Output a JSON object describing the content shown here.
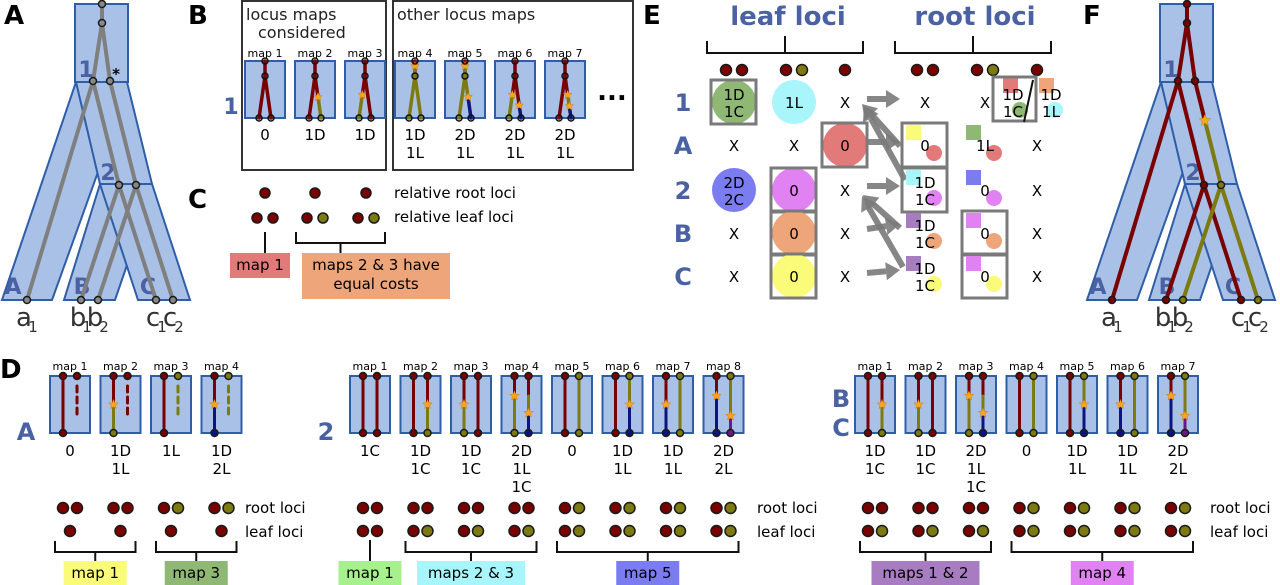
{
  "colors": {
    "species_fill": "#a9c1e6",
    "species_stroke": "#2f5ea8",
    "node_label": "#4a62a4",
    "locus_red": "#7a0000",
    "locus_olive": "#7c7a10",
    "locus_blue": "#0b1480",
    "locus_purple": "#6a1a80",
    "gene_gray": "#7f7f7f",
    "star": "#f5a623",
    "map_pink": "#e37a7a",
    "map_orange": "#eea57a",
    "map_yellow": "#fbfb7a",
    "map_green": "#8fb874",
    "map_lightgreen": "#a6f08e",
    "map_cyan": "#a8f6fb",
    "map_blue": "#7a7cf0",
    "map_purple": "#a87cc0",
    "map_magenta": "#e182f2",
    "box_gray": "#7a7a7a"
  },
  "panel_a": {
    "letter": "A",
    "internal_nodes": [
      "1",
      "2"
    ],
    "species": [
      "A",
      "B",
      "C"
    ],
    "leaves": [
      {
        "base": "a",
        "sub": "1"
      },
      {
        "base": "b",
        "sub": "1"
      },
      {
        "base": "b",
        "sub": "2"
      },
      {
        "base": "c",
        "sub": "1"
      },
      {
        "base": "c",
        "sub": "2"
      }
    ],
    "asterisk": "*"
  },
  "panel_b": {
    "letter": "B",
    "node": "1",
    "group_considered": {
      "title_line1": "locus maps",
      "title_line2": "considered"
    },
    "group_other": {
      "title": "other locus maps"
    },
    "ellipsis": "...",
    "maps": [
      {
        "label": "map 1",
        "cost": [
          "0"
        ],
        "considered": true
      },
      {
        "label": "map 2",
        "cost": [
          "1D"
        ],
        "considered": true
      },
      {
        "label": "map 3",
        "cost": [
          "1D"
        ],
        "considered": true
      },
      {
        "label": "map 4",
        "cost": [
          "1D",
          "1L"
        ],
        "considered": false
      },
      {
        "label": "map 5",
        "cost": [
          "2D",
          "1L"
        ],
        "considered": false
      },
      {
        "label": "map 6",
        "cost": [
          "2D",
          "1L"
        ],
        "considered": false
      },
      {
        "label": "map 7",
        "cost": [
          "2D",
          "1L"
        ],
        "considered": false
      }
    ]
  },
  "panel_c": {
    "letter": "C",
    "row_labels": [
      "relative root loci",
      "relative leaf loci"
    ],
    "groups": [
      {
        "root": [
          "red"
        ],
        "leaf": [
          "red",
          "red"
        ]
      },
      {
        "root": [
          "red"
        ],
        "leaf": [
          "red",
          "olive"
        ]
      },
      {
        "root": [
          "red"
        ],
        "leaf": [
          "red",
          "olive"
        ]
      }
    ],
    "tags": [
      {
        "text": [
          "map 1"
        ],
        "color": "map_pink"
      },
      {
        "text": [
          "maps 2 & 3 have",
          "equal costs"
        ],
        "color": "map_orange"
      }
    ]
  },
  "panel_d": {
    "letter": "D",
    "row_labels": [
      "root loci",
      "leaf loci"
    ],
    "subpanels": [
      {
        "node": [
          "A"
        ],
        "maps": [
          {
            "label": "map 1",
            "cost": [
              "0"
            ]
          },
          {
            "label": "map 2",
            "cost": [
              "1D",
              "1L"
            ]
          },
          {
            "label": "map 3",
            "cost": [
              "1L"
            ]
          },
          {
            "label": "map 4",
            "cost": [
              "1D",
              "2L"
            ]
          }
        ],
        "loci": [
          {
            "root": [
              "red",
              "red"
            ],
            "leaf": [
              "red"
            ]
          },
          {
            "root": [
              "red",
              "red"
            ],
            "leaf": [
              "red"
            ]
          },
          {
            "root": [
              "red",
              "olive"
            ],
            "leaf": [
              "red"
            ]
          },
          {
            "root": [
              "red",
              "olive"
            ],
            "leaf": [
              "red"
            ]
          }
        ],
        "tags": [
          {
            "text": "map 1",
            "color": "map_yellow",
            "span": [
              0,
              1
            ]
          },
          {
            "text": "map 3",
            "color": "map_green",
            "span": [
              2,
              3
            ]
          }
        ]
      },
      {
        "node": [
          "2"
        ],
        "maps": [
          {
            "label": "map 1",
            "cost": [
              "1C"
            ]
          },
          {
            "label": "map 2",
            "cost": [
              "1D",
              "1C"
            ]
          },
          {
            "label": "map 3",
            "cost": [
              "1D",
              "1C"
            ]
          },
          {
            "label": "map 4",
            "cost": [
              "2D",
              "1L",
              "1C"
            ]
          },
          {
            "label": "map 5",
            "cost": [
              "0"
            ]
          },
          {
            "label": "map 6",
            "cost": [
              "1D",
              "1L"
            ]
          },
          {
            "label": "map 7",
            "cost": [
              "1D",
              "1L"
            ]
          },
          {
            "label": "map 8",
            "cost": [
              "2D",
              "2L"
            ]
          }
        ],
        "loci": [
          {
            "root": [
              "red",
              "red"
            ],
            "leaf": [
              "red",
              "red"
            ]
          },
          {
            "root": [
              "red",
              "red"
            ],
            "leaf": [
              "red",
              "olive"
            ]
          },
          {
            "root": [
              "red",
              "red"
            ],
            "leaf": [
              "red",
              "olive"
            ]
          },
          {
            "root": [
              "red",
              "red"
            ],
            "leaf": [
              "red",
              "olive"
            ]
          },
          {
            "root": [
              "red",
              "olive"
            ],
            "leaf": [
              "red",
              "olive"
            ]
          },
          {
            "root": [
              "red",
              "olive"
            ],
            "leaf": [
              "red",
              "olive"
            ]
          },
          {
            "root": [
              "red",
              "olive"
            ],
            "leaf": [
              "red",
              "olive"
            ]
          },
          {
            "root": [
              "red",
              "olive"
            ],
            "leaf": [
              "red",
              "olive"
            ]
          }
        ],
        "tags": [
          {
            "text": "map 1",
            "color": "map_lightgreen",
            "span": [
              0,
              0
            ]
          },
          {
            "text": "maps 2 & 3",
            "color": "map_cyan",
            "span": [
              1,
              3
            ]
          },
          {
            "text": "map 5",
            "color": "map_blue",
            "span": [
              4,
              7
            ]
          }
        ]
      },
      {
        "node": [
          "B",
          "C"
        ],
        "maps": [
          {
            "label": "map 1",
            "cost": [
              "1D",
              "1C"
            ]
          },
          {
            "label": "map 2",
            "cost": [
              "1D",
              "1C"
            ]
          },
          {
            "label": "map 3",
            "cost": [
              "2D",
              "1L",
              "1C"
            ]
          },
          {
            "label": "map 4",
            "cost": [
              "0"
            ]
          },
          {
            "label": "map 5",
            "cost": [
              "1D",
              "1L"
            ]
          },
          {
            "label": "map 6",
            "cost": [
              "1D",
              "1L"
            ]
          },
          {
            "label": "map 7",
            "cost": [
              "2D",
              "2L"
            ]
          }
        ],
        "loci": [
          {
            "root": [
              "red",
              "red"
            ],
            "leaf": [
              "red",
              "olive"
            ]
          },
          {
            "root": [
              "red",
              "red"
            ],
            "leaf": [
              "red",
              "olive"
            ]
          },
          {
            "root": [
              "red",
              "red"
            ],
            "leaf": [
              "red",
              "olive"
            ]
          },
          {
            "root": [
              "red",
              "olive"
            ],
            "leaf": [
              "red",
              "olive"
            ]
          },
          {
            "root": [
              "red",
              "olive"
            ],
            "leaf": [
              "red",
              "olive"
            ]
          },
          {
            "root": [
              "red",
              "olive"
            ],
            "leaf": [
              "red",
              "olive"
            ]
          },
          {
            "root": [
              "red",
              "olive"
            ],
            "leaf": [
              "red",
              "olive"
            ]
          }
        ],
        "tags": [
          {
            "text": "maps 1 & 2",
            "color": "map_purple",
            "span": [
              0,
              2
            ]
          },
          {
            "text": "map 4",
            "color": "map_magenta",
            "span": [
              3,
              6
            ]
          }
        ]
      }
    ]
  },
  "panel_e": {
    "letter": "E",
    "headers": [
      "leaf loci",
      "root loci"
    ],
    "column_loci": [
      [
        "red",
        "red"
      ],
      [
        "red",
        "olive"
      ],
      [
        "red"
      ],
      [
        "red",
        "red"
      ],
      [
        "red",
        "olive"
      ],
      [
        "red"
      ]
    ],
    "rows": [
      "1",
      "A",
      "2",
      "B",
      "C"
    ],
    "cells": [
      [
        {
          "text": [
            "1D",
            "1C"
          ],
          "circle": "map_green",
          "boxed": true
        },
        {
          "text": [
            "1L"
          ],
          "circle": "map_cyan"
        },
        {
          "text": [
            "X"
          ]
        },
        {
          "text": [
            "X"
          ]
        },
        {
          "text": [
            "X"
          ]
        },
        {
          "text": [
            "1D",
            "1C",
            "1D",
            "1L"
          ],
          "split": true,
          "boxed": true
        }
      ],
      [
        {
          "text": [
            "X"
          ]
        },
        {
          "text": [
            "X"
          ]
        },
        {
          "text": [
            "0"
          ],
          "circle": "map_pink",
          "boxed": true
        },
        {
          "text": [
            "0"
          ],
          "square": "map_yellow",
          "dot": "map_pink",
          "boxed": true
        },
        {
          "text": [
            "1L"
          ],
          "square": "map_green",
          "dot": "map_pink"
        },
        {
          "text": [
            "X"
          ]
        }
      ],
      [
        {
          "text": [
            "2D",
            "2C"
          ],
          "circle": "map_blue"
        },
        {
          "text": [
            "0"
          ],
          "circle": "map_magenta",
          "boxed": true
        },
        {
          "text": [
            "X"
          ]
        },
        {
          "text": [
            "1D",
            "1C"
          ],
          "square": "map_cyan",
          "dot": "map_magenta",
          "boxed": true
        },
        {
          "text": [
            "0"
          ],
          "square": "map_blue",
          "dot": "map_magenta"
        },
        {
          "text": [
            "X"
          ]
        }
      ],
      [
        {
          "text": [
            "X"
          ]
        },
        {
          "text": [
            "0"
          ],
          "circle": "map_orange",
          "boxed": true
        },
        {
          "text": [
            "X"
          ]
        },
        {
          "text": [
            "1D",
            "1C"
          ],
          "square": "map_purple",
          "dot": "map_orange"
        },
        {
          "text": [
            "0"
          ],
          "square": "map_magenta",
          "dot": "map_orange",
          "boxed": true
        },
        {
          "text": [
            "X"
          ]
        }
      ],
      [
        {
          "text": [
            "X"
          ]
        },
        {
          "text": [
            "0"
          ],
          "circle": "map_yellow",
          "boxed": true
        },
        {
          "text": [
            "X"
          ]
        },
        {
          "text": [
            "1D",
            "1C"
          ],
          "square": "map_purple",
          "dot": "map_yellow"
        },
        {
          "text": [
            "0"
          ],
          "square": "map_magenta",
          "dot": "map_yellow",
          "boxed": true
        },
        {
          "text": [
            "X"
          ]
        }
      ]
    ]
  },
  "panel_f": {
    "letter": "F",
    "internal_nodes": [
      "1",
      "2"
    ],
    "species": [
      "A",
      "B",
      "C"
    ],
    "leaves": [
      {
        "base": "a",
        "sub": "1"
      },
      {
        "base": "b",
        "sub": "1"
      },
      {
        "base": "b",
        "sub": "2"
      },
      {
        "base": "c",
        "sub": "1"
      },
      {
        "base": "c",
        "sub": "2"
      }
    ]
  }
}
